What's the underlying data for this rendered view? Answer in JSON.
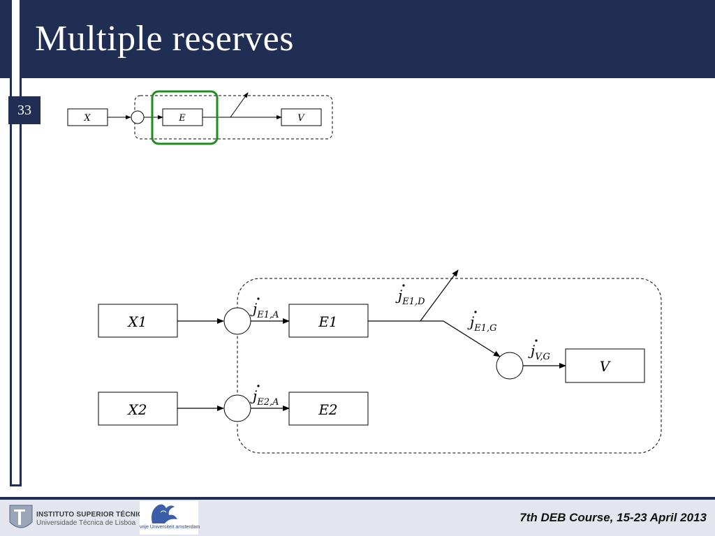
{
  "slide": {
    "title": "Multiple reserves",
    "page_number": "33",
    "footer": "7th DEB Course, 15-23 April 2013"
  },
  "logos": {
    "ist_name": "INSTITUTO SUPERIOR TÉCNICO",
    "ist_sub": "Universidade Técnica de Lisboa",
    "vu_text": "vrije Universiteit amsterdam"
  },
  "small_diagram": {
    "labels": {
      "x": "X",
      "e": "E",
      "v": "V"
    },
    "highlight_color": "#1e8c1e"
  },
  "large_diagram": {
    "boxes": {
      "x1": "X1",
      "x2": "X2",
      "e1": "E1",
      "e2": "E2",
      "v": "V"
    },
    "fluxes": {
      "j_e1a": {
        "main": "j",
        "sub": "E1,A"
      },
      "j_e2a": {
        "main": "j",
        "sub": "E2,A"
      },
      "j_e1d": {
        "main": "j",
        "sub": "E1,D"
      },
      "j_e1g": {
        "main": "j",
        "sub": "E1,G"
      },
      "j_vg": {
        "main": "j",
        "sub": "V,G"
      }
    }
  },
  "colors": {
    "title_bar": "#1f2e52",
    "footer_bg": "#e3e6ee",
    "highlight": "#1e8c1e"
  }
}
